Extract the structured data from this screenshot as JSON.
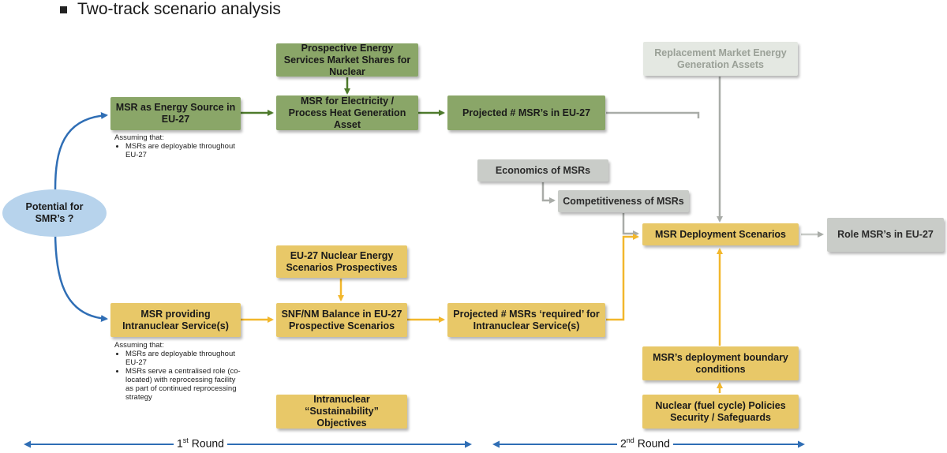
{
  "title": "Two-track scenario analysis",
  "nodes": {
    "potential": "Potential for SMR’s ?",
    "msr_energy_source": "MSR as Energy Source in EU-27",
    "prospective_shares": "Prospective Energy Services Market Shares for Nuclear",
    "msr_electricity": "MSR for Electricity / Process Heat Generation Asset",
    "projected_msrs": "Projected # MSR’s in EU-27",
    "replacement_market": "Replacement Market Energy Generation Assets",
    "economics": "Economics of MSRs",
    "competitiveness": "Competitiveness of MSRs",
    "deployment_scenarios": "MSR Deployment Scenarios",
    "role_msrs": "Role MSR’s in EU-27",
    "eu27_nuclear": "EU-27 Nuclear Energy Scenarios Prospectives",
    "msr_intranuclear": "MSR providing Intranuclear Service(s)",
    "snf_balance": "SNF/NM Balance in EU-27 Prospective Scenarios",
    "projected_required": "Projected # MSRs ‘required’ for Intranuclear Service(s)",
    "boundary_conditions": "MSR’s deployment boundary conditions",
    "policies": "Nuclear (fuel cycle) Policies Security / Safeguards",
    "sustainability": "Intranuclear “Sustainability” Objectives"
  },
  "notes": {
    "upper": {
      "heading": "Assuming that:",
      "items": [
        "MSRs are deployable throughout EU-27"
      ]
    },
    "lower": {
      "heading": "Assuming that:",
      "items": [
        "MSRs are deployable throughout EU-27",
        "MSRs serve a centralised role (co-located) with reprocessing facility as part of continued reprocessing strategy"
      ]
    }
  },
  "rounds": {
    "first": {
      "ordinal": "1",
      "suffix": "st",
      "label": " Round"
    },
    "second": {
      "ordinal": "2",
      "suffix": "nd",
      "label": " Round"
    }
  },
  "colors": {
    "green": "#8aa668",
    "green_arrow": "#4e7a2c",
    "yellow": "#e8c868",
    "yellow_arrow": "#f2b72c",
    "gray": "#c9ccc8",
    "gray_arrow": "#a9aca8",
    "blue_arrow": "#2f6eb5",
    "ellipse": "#b7d3ec"
  }
}
